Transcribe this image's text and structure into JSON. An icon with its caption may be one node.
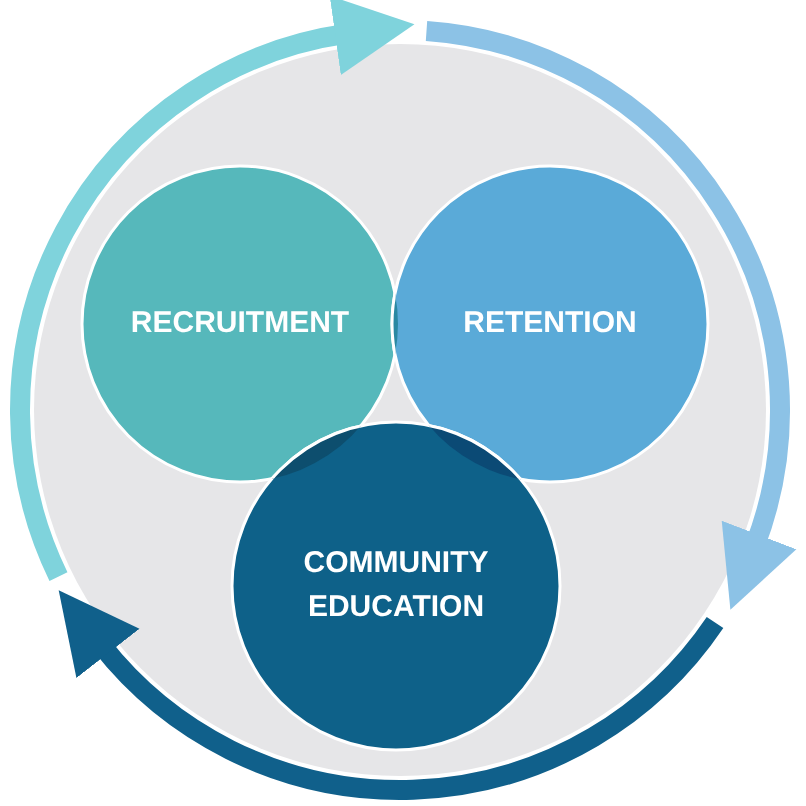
{
  "diagram": {
    "nodes": [
      {
        "text": [
          "RECRUITMENT"
        ]
      },
      {
        "text": [
          "RETENTION"
        ]
      },
      {
        "text": [
          "COMMUNITY EDUCATION"
        ]
      }
    ]
  }
}
